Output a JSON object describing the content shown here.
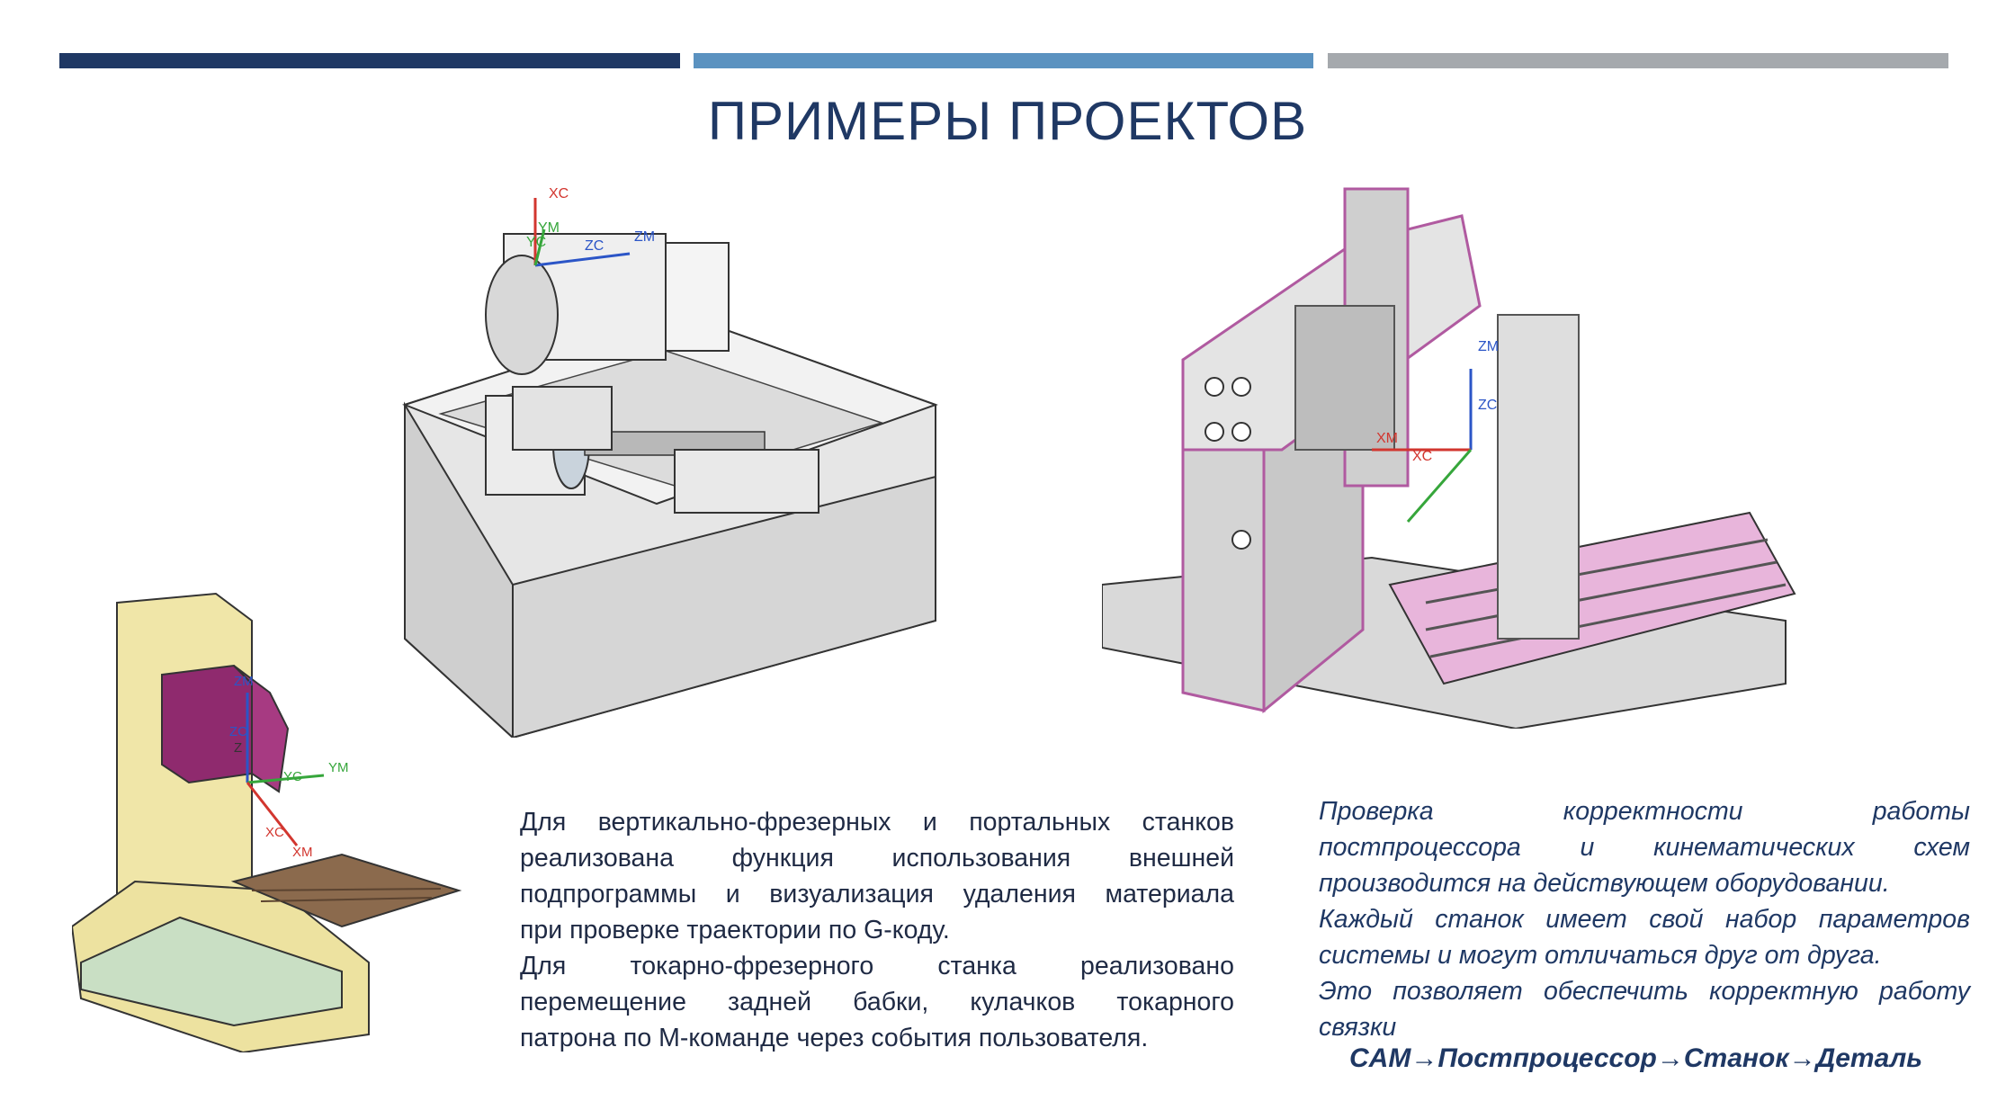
{
  "slide": {
    "title": "ПРИМЕРЫ ПРОЕКТОВ",
    "accent_colors": [
      "#1f3864",
      "#5b92c0",
      "#a5a9ad"
    ]
  },
  "illustrations": {
    "lathe_axes": [
      "XC",
      "YM",
      "YC",
      "ZC",
      "ZM"
    ],
    "gantry_axes": [
      "ZM",
      "ZC",
      "XM",
      "XC"
    ],
    "vertical_mill_axes": [
      "ZM",
      "ZC",
      "Z",
      "YC",
      "YM",
      "XC",
      "XM"
    ]
  },
  "left_text": {
    "lines": [
      "Для вертикально-фрезерных и портальных станков",
      "реализована функция использования внешней",
      "подпрограммы и визуализация удаления материала",
      "при проверке траектории по G-коду.",
      "Для токарно-фрезерного станка реализовано",
      "перемещение задней бабки, кулачков токарного",
      "патрона по М-команде через события пользователя."
    ]
  },
  "right_text": {
    "lines": [
      "Проверка корректности работы",
      "постпроцессора и кинематических схем",
      "производится на действующем оборудовании.",
      "Каждый станок имеет свой набор параметров",
      "системы и могут отличаться друг от друга.",
      "Это позволяет обеспечить корректную работу",
      "связки"
    ]
  },
  "chain": {
    "items": [
      "CAM",
      "Постпроцессор",
      "Станок",
      "Деталь"
    ],
    "separator": "→"
  }
}
